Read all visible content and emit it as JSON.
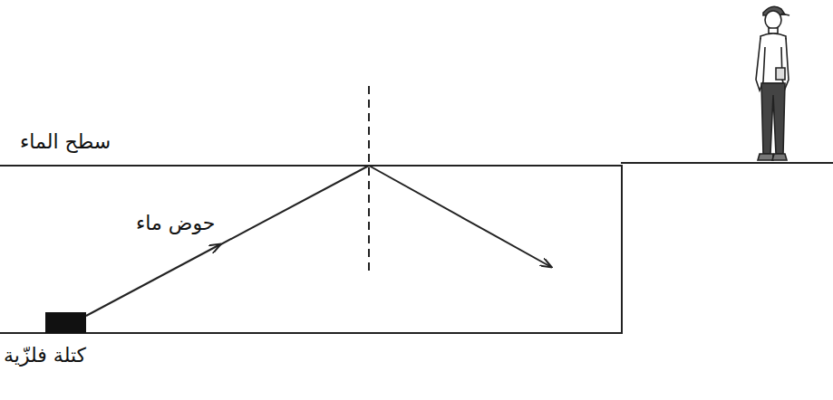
{
  "diagram": {
    "labels": [
      "سطح الماء",
      "حوض ماء",
      "كتلة فلزّية"
    ]
  }
}
